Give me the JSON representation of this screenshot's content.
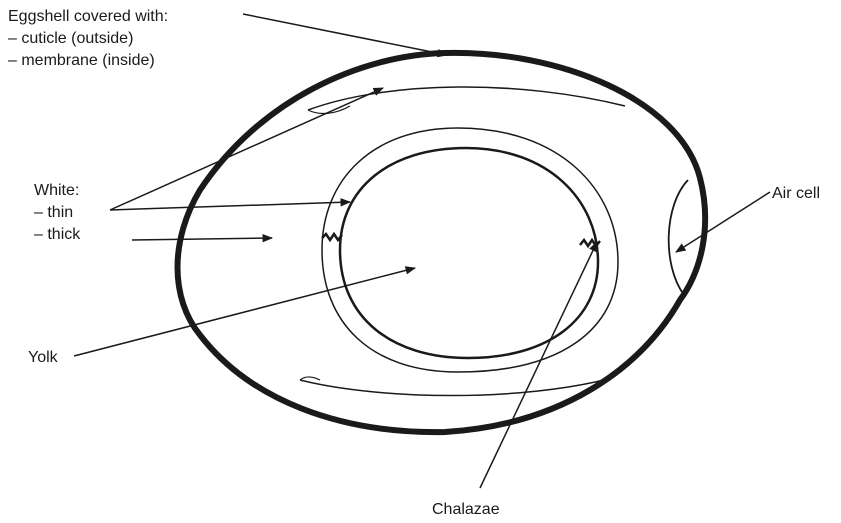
{
  "labels": {
    "eggshell": {
      "title": "Eggshell covered with:",
      "items": [
        "– cuticle (outside)",
        "– membrane (inside)"
      ]
    },
    "white": {
      "title": "White:",
      "items": [
        "– thin",
        "– thick"
      ]
    },
    "yolk": "Yolk",
    "air_cell": "Air cell",
    "chalazae": "Chalazae"
  },
  "colors": {
    "stroke": "#1a1a1a",
    "background": "#ffffff"
  }
}
